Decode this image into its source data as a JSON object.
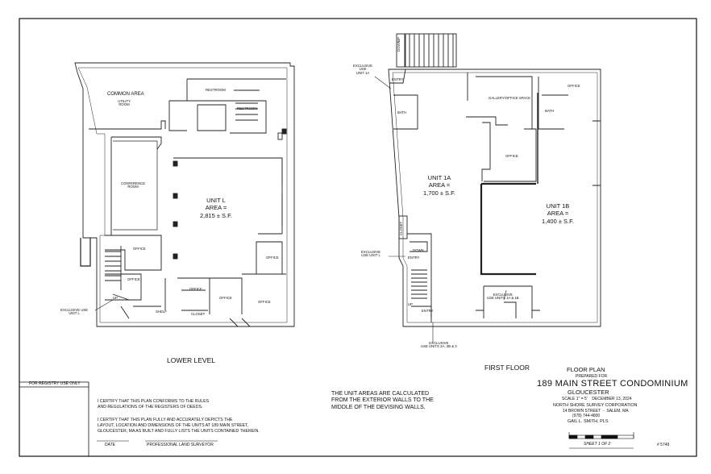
{
  "titleblock": {
    "floor_plan": "FLOOR PLAN",
    "prepared_for": "PREPARED FOR",
    "project": "189 MAIN STREET CONDOMINIUM",
    "city": "GLOUCESTER",
    "scale_date": "SCALE 1\" = 5'    DECEMBER 13, 2024",
    "surveyor_firm": "NORTH SHORE SURVEY CORPORATION",
    "address": "14 BROWN STREET  -  SALEM, MA",
    "phone": "(978) 744-4800",
    "surveyor_name": "GAIL L. SMITH, PLS",
    "sheet": "SHEET 1 OF 2",
    "job_no": "# 5749"
  },
  "registry": {
    "header": "FOR REGISTRY USE ONLY"
  },
  "certification": {
    "cert1": "I CERTIFY THAT THIS PLAN CONFORMS TO THE RULES\nAND REGULATIONS OF THE REGISTERS OF DEEDS.",
    "cert2": "I CERTIFY THAT THIS PLAN FULLY AND ACCURATELY DEPICTS THE\nLAYOUT, LOCATION AND DIMENSIONS OF THE UNITS AT 189 MAIN STREET,\nGLOUCESTER, MA AS BUILT AND FULLY LISTS THE UNITS CONTAINED THEREIN.",
    "date_label": "DATE",
    "surveyor_label": "PROFESSIONAL LAND SURVEYOR"
  },
  "note": "THE UNIT AREAS ARE CALCULATED\nFROM THE EXTERIOR WALLS TO THE\nMIDDLE OF THE DEVISING WALLS.",
  "lower_level": {
    "title": "LOWER LEVEL",
    "common_area": "COMMON AREA",
    "utility_room": "UTILITY\nROOM",
    "restroom1": "RESTROOM",
    "restroom2": "RESTROOM",
    "conference_room": "CONFERENCE\nROOM",
    "unit_label": "UNIT L\nAREA =\n2,815 ± S.F.",
    "office1": "OFFICE",
    "office2": "OFFICE",
    "office3": "OFFICE",
    "office4": "OFFICE",
    "office5": "OFFICE",
    "office6": "OFFICE",
    "closet": "CLOSET",
    "shelf": "SHELF",
    "up": "UP",
    "exclusive": "EXCLUSIVE USE\nUNIT L"
  },
  "first_floor": {
    "title": "FIRST FLOOR",
    "down_stair": "DOWN",
    "up_stair": "UP",
    "exclusive_1a": "EXCLUSIVE\nUSE\nUNIT 1A",
    "entry1": "ENTRY",
    "bath1": "BATH",
    "gallery": "GALLERY/OFFICE SPACE",
    "office_top": "OFFICE",
    "bath2": "BATH",
    "office_mid": "OFFICE",
    "unit_1a": "UNIT 1A\nAREA =\n1,700 ± S.F.",
    "unit_1b": "UNIT 1B\nAREA =\n1,400 ± S.F.",
    "closet": "CLOSET",
    "exclusive_l": "EXCLUSIVE\nUSE UNIT L",
    "down2": "DOWN",
    "entry2": "ENTRY",
    "entry3": "ENTRY",
    "up2": "UP",
    "exclusive_1ab": "EXCLUSIVE\nUSE UNITS 1A & 1B",
    "exclusive_2": "EXCLUSIVE\nUSE UNITS 2A, 2B & 3"
  }
}
